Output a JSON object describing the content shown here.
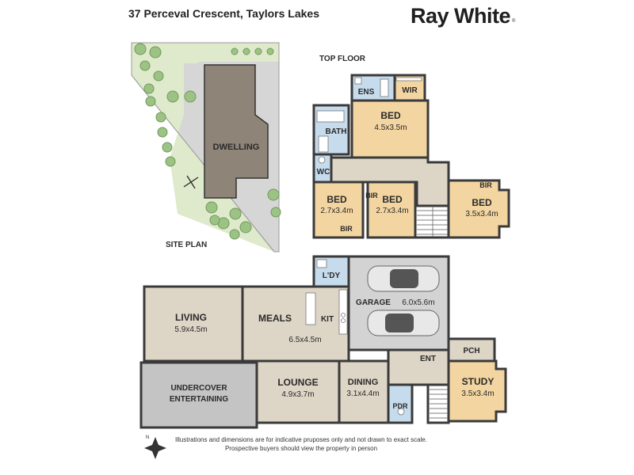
{
  "header": {
    "address": "37 Perceval Crescent, Taylors Lakes",
    "brand": "Ray White",
    "brand_mark": "®"
  },
  "labels": {
    "top_floor": "TOP FLOOR",
    "site_plan": "SITE PLAN",
    "dwelling": "DWELLING"
  },
  "top_floor_rooms": {
    "ens": "ENS",
    "wir": "WIR",
    "bath": "BATH",
    "wc": "WC",
    "master_bed": "BED",
    "master_bed_size": "4.5x3.5m",
    "bed2": "BED",
    "bed2_size": "2.7x3.4m",
    "bed2_bir": "BIR",
    "bed3": "BED",
    "bed3_size": "2.7x3.4m",
    "bed3_bir": "BIR",
    "bed4": "BED",
    "bed4_size": "3.5x3.4m",
    "bed4_bir": "BIR"
  },
  "ground_floor_rooms": {
    "ldy": "L'DY",
    "garage": "GARAGE",
    "garage_size": "6.0x5.6m",
    "living": "LIVING",
    "living_size": "5.9x4.5m",
    "meals": "MEALS",
    "kit": "KIT",
    "meals_kit_size": "6.5x4.5m",
    "pch": "PCH",
    "ent": "ENT",
    "undercover_1": "UNDERCOVER",
    "undercover_2": "ENTERTAINING",
    "lounge": "LOUNGE",
    "lounge_size": "4.9x3.7m",
    "dining": "DINING",
    "dining_size": "3.1x4.4m",
    "pdr": "PDR",
    "study": "STUDY",
    "study_size": "3.5x3.4m"
  },
  "compass": {
    "north": "N"
  },
  "disclaimer": {
    "line1": "Illustrations and dimensions are for indicative pruposes only and not drawn to exact scale.",
    "line2": "Prospective buyers should view the property in person"
  },
  "colors": {
    "room": "#ddd5c6",
    "bedroom": "#f3d5a1",
    "wet": "#c6dbec",
    "garage": "#d3d3d3",
    "outdoor": "#c4c4c4",
    "wall": "#3a3a3a",
    "lawn": "#dfe9cc",
    "tree": "#9dc285"
  }
}
